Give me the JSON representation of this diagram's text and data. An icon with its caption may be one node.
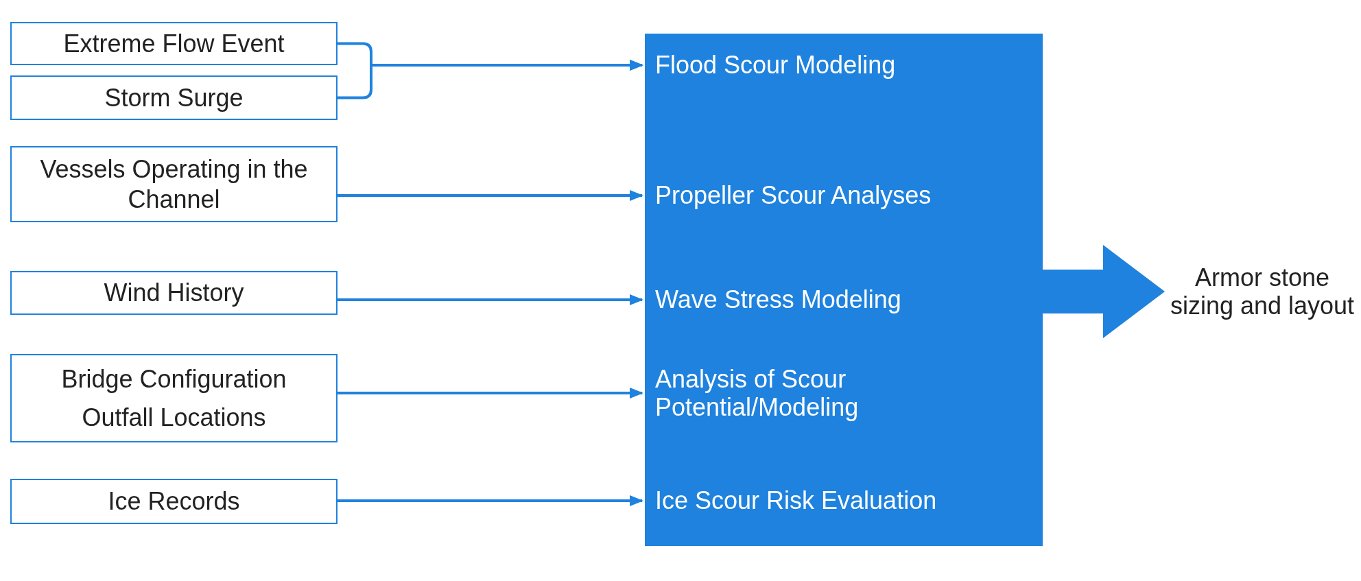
{
  "diagram": {
    "nodes": [
      {
        "text": [
          "Extreme Flow Event"
        ]
      },
      {
        "text": [
          "Storm Surge"
        ]
      },
      {
        "text": [
          "Vessels Operating in the Channel"
        ]
      },
      {
        "text": [
          "Wind History"
        ]
      },
      {
        "text": [
          "Bridge Configuration",
          "Outfall Locations"
        ]
      },
      {
        "text": [
          "Ice Records"
        ]
      },
      {
        "text": [],
        "shape": "box"
      },
      {
        "text": [
          "Flood Scour Modeling"
        ],
        "in": 6
      },
      {
        "text": [
          "Propeller Scour Analyses"
        ],
        "in": 6
      },
      {
        "text": [
          "Wave Stress Modeling"
        ],
        "in": 6
      },
      {
        "text": [
          "Analysis of Scour Potential/Modeling"
        ],
        "in": 6
      },
      {
        "text": [
          "Ice Scour Risk Evaluation"
        ],
        "in": 6
      },
      {
        "text": [
          "Armor stone sizing and layout"
        ]
      }
    ],
    "edges": [
      {
        "from": 0,
        "to": 7,
        "arrow": "to"
      },
      {
        "from": 1,
        "to": 7,
        "arrow": "to"
      },
      {
        "from": 2,
        "to": 8,
        "arrow": "to"
      },
      {
        "from": 3,
        "to": 9,
        "arrow": "to"
      },
      {
        "from": 4,
        "to": 10,
        "arrow": "to"
      },
      {
        "from": 5,
        "to": 11,
        "arrow": "to"
      },
      {
        "from": 6,
        "to": 12,
        "arrow": "to",
        "style": "thick"
      }
    ]
  }
}
